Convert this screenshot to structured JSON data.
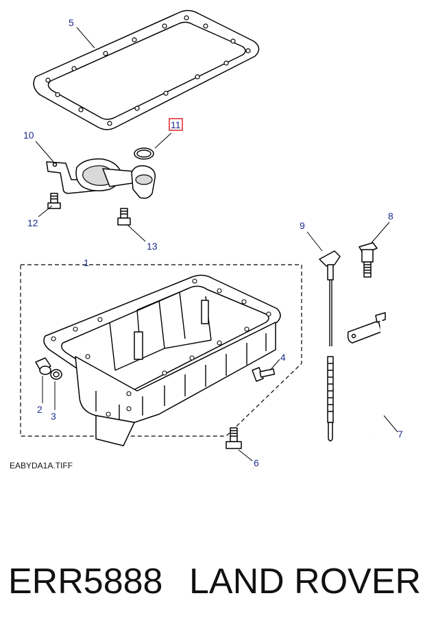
{
  "diagram": {
    "filename": "EABYDA1A.TIFF",
    "callouts": [
      {
        "id": "c5",
        "label": "5"
      },
      {
        "id": "c11",
        "label": "11",
        "highlighted": true
      },
      {
        "id": "c10",
        "label": "10"
      },
      {
        "id": "c12",
        "label": "12"
      },
      {
        "id": "c13",
        "label": "13"
      },
      {
        "id": "c9",
        "label": "9"
      },
      {
        "id": "c8",
        "label": "8"
      },
      {
        "id": "c1",
        "label": "1"
      },
      {
        "id": "c4",
        "label": "4"
      },
      {
        "id": "c2",
        "label": "2"
      },
      {
        "id": "c3",
        "label": "3"
      },
      {
        "id": "c7",
        "label": "7"
      },
      {
        "id": "c6",
        "label": "6"
      }
    ],
    "colors": {
      "callout": "#1c2c8c",
      "highlight_box": "#e0202a",
      "line": "#000000"
    }
  },
  "footer": {
    "part_number": "ERR5888",
    "brand": "LAND ROVER"
  }
}
